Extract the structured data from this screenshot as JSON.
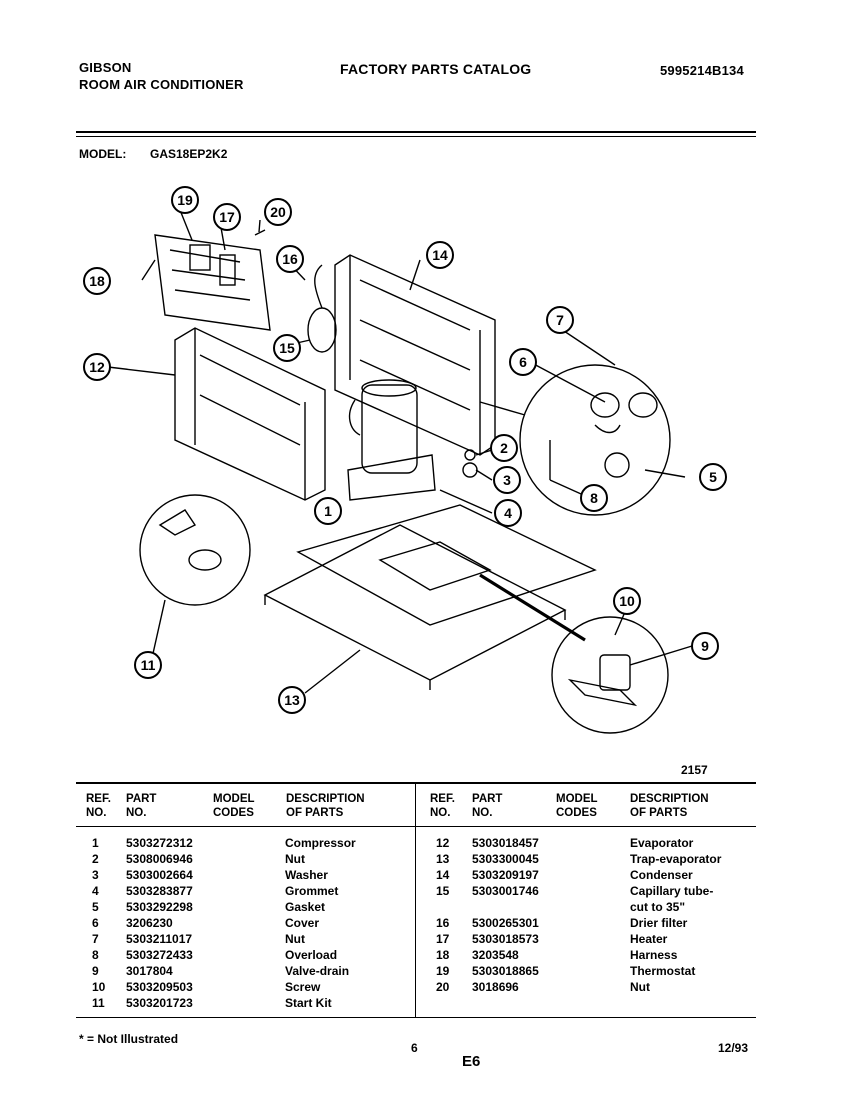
{
  "header": {
    "brand": "GIBSON",
    "product": "ROOM AIR CONDITIONER",
    "catalog_title": "FACTORY PARTS CATALOG",
    "catalog_number": "5995214B134",
    "model_label": "MODEL:",
    "model_value": "GAS18EP2K2"
  },
  "diagram": {
    "drawing_number": "2157",
    "callouts": [
      "1",
      "2",
      "3",
      "4",
      "5",
      "6",
      "7",
      "8",
      "9",
      "10",
      "11",
      "12",
      "13",
      "14",
      "15",
      "16",
      "17",
      "18",
      "19",
      "20"
    ]
  },
  "table": {
    "headers": {
      "ref": [
        "REF.",
        "NO."
      ],
      "part": [
        "PART",
        "NO."
      ],
      "codes": [
        "MODEL",
        "CODES"
      ],
      "desc": [
        "DESCRIPTION",
        "OF PARTS"
      ]
    },
    "left_rows": [
      {
        "ref": "1",
        "part": "5303272312",
        "codes": "",
        "desc": "Compressor"
      },
      {
        "ref": "2",
        "part": "5308006946",
        "codes": "",
        "desc": "Nut"
      },
      {
        "ref": "3",
        "part": "5303002664",
        "codes": "",
        "desc": "Washer"
      },
      {
        "ref": "4",
        "part": "5303283877",
        "codes": "",
        "desc": "Grommet"
      },
      {
        "ref": "5",
        "part": "5303292298",
        "codes": "",
        "desc": "Gasket"
      },
      {
        "ref": "6",
        "part": "3206230",
        "codes": "",
        "desc": "Cover"
      },
      {
        "ref": "7",
        "part": "5303211017",
        "codes": "",
        "desc": "Nut"
      },
      {
        "ref": "8",
        "part": "5303272433",
        "codes": "",
        "desc": "Overload"
      },
      {
        "ref": "9",
        "part": "3017804",
        "codes": "",
        "desc": "Valve-drain"
      },
      {
        "ref": "10",
        "part": "5303209503",
        "codes": "",
        "desc": "Screw"
      },
      {
        "ref": "11",
        "part": "5303201723",
        "codes": "",
        "desc": "Start Kit"
      }
    ],
    "right_rows": [
      {
        "ref": "12",
        "part": "5303018457",
        "codes": "",
        "desc": "Evaporator"
      },
      {
        "ref": "13",
        "part": "5303300045",
        "codes": "",
        "desc": "Trap-evaporator"
      },
      {
        "ref": "14",
        "part": "5303209197",
        "codes": "",
        "desc": "Condenser"
      },
      {
        "ref": "15",
        "part": "5303001746",
        "codes": "",
        "desc": "Capillary tube-"
      },
      {
        "ref": "",
        "part": "",
        "codes": "",
        "desc": "cut to 35\""
      },
      {
        "ref": "16",
        "part": "5300265301",
        "codes": "",
        "desc": "Drier filter"
      },
      {
        "ref": "17",
        "part": "5303018573",
        "codes": "",
        "desc": "Heater"
      },
      {
        "ref": "18",
        "part": "3203548",
        "codes": "",
        "desc": "Harness"
      },
      {
        "ref": "19",
        "part": "5303018865",
        "codes": "",
        "desc": "Thermostat"
      },
      {
        "ref": "20",
        "part": "3018696",
        "codes": "",
        "desc": "Nut"
      }
    ]
  },
  "footer": {
    "note": "* = Not Illustrated",
    "page_number": "6",
    "section": "E6",
    "date": "12/93"
  }
}
